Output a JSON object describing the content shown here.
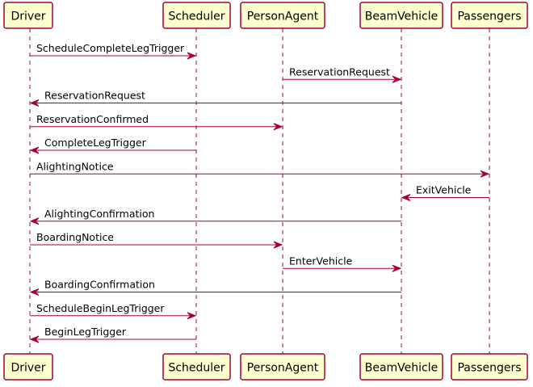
{
  "participants": [
    {
      "id": "driver",
      "label": "Driver"
    },
    {
      "id": "scheduler",
      "label": "Scheduler"
    },
    {
      "id": "personagent",
      "label": "PersonAgent"
    },
    {
      "id": "beamvehicle",
      "label": "BeamVehicle"
    },
    {
      "id": "passengers",
      "label": "Passengers"
    }
  ],
  "messages": [
    {
      "from": "driver",
      "to": "scheduler",
      "label": "ScheduleCompleteLegTrigger"
    },
    {
      "from": "personagent",
      "to": "beamvehicle",
      "label": "ReservationRequest"
    },
    {
      "from": "beamvehicle",
      "to": "driver",
      "label": "ReservationRequest"
    },
    {
      "from": "driver",
      "to": "personagent",
      "label": "ReservationConfirmed"
    },
    {
      "from": "scheduler",
      "to": "driver",
      "label": "CompleteLegTrigger"
    },
    {
      "from": "driver",
      "to": "passengers",
      "label": "AlightingNotice"
    },
    {
      "from": "passengers",
      "to": "beamvehicle",
      "label": "ExitVehicle"
    },
    {
      "from": "beamvehicle",
      "to": "driver",
      "label": "AlightingConfirmation"
    },
    {
      "from": "driver",
      "to": "personagent",
      "label": "BoardingNotice"
    },
    {
      "from": "personagent",
      "to": "beamvehicle",
      "label": "EnterVehicle"
    },
    {
      "from": "beamvehicle",
      "to": "driver",
      "label": "BoardingConfirmation"
    },
    {
      "from": "driver",
      "to": "scheduler",
      "label": "ScheduleBeginLegTrigger"
    },
    {
      "from": "scheduler",
      "to": "driver",
      "label": "BeginLegTrigger"
    }
  ],
  "colors": {
    "line": "#A80036",
    "box_fill": "#FEFECE",
    "text": "#000000"
  }
}
